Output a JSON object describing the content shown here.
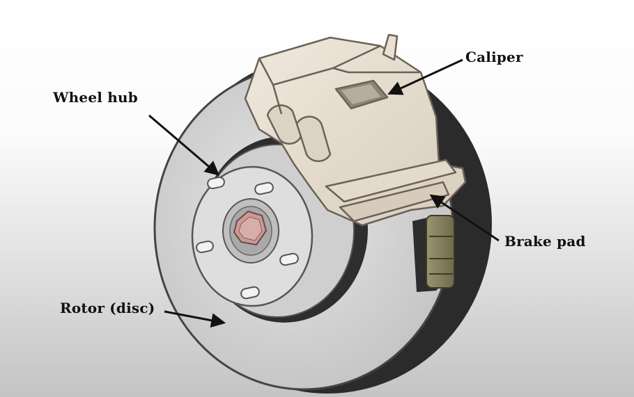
{
  "diagram": {
    "labels": {
      "wheel_hub": "Wheel hub",
      "caliper": "Caliper",
      "brake_pad": "Brake pad",
      "rotor": "Rotor (disc)"
    }
  },
  "colors": {
    "background_top": "#ffffff",
    "background_bottom": "#c8c8c8",
    "rotor_face": "#d4d4d4",
    "rotor_dark": "#2a2a2a",
    "hub_face": "#dcdcdc",
    "caliper_body": "#e6ddd0",
    "caliper_outline": "#6b6157",
    "pad_bracket": "#8a8468",
    "nut": "#c99a96",
    "label_text": "#111111"
  },
  "icons": {
    "arrow": "arrow-icon"
  }
}
